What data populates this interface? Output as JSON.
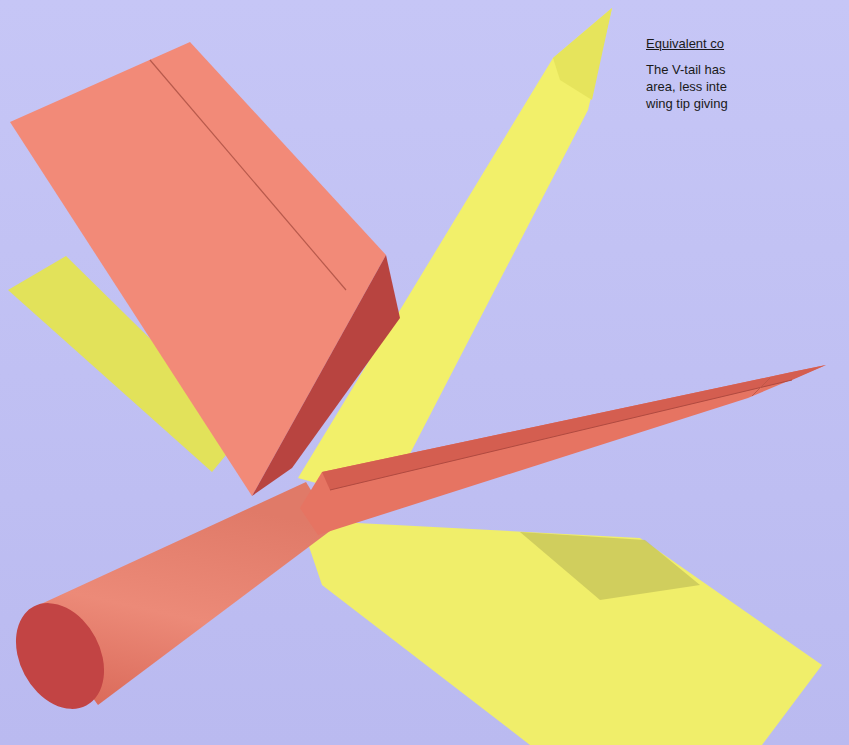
{
  "diagram": {
    "labels": [
      "Equivalent co",
      "The V-tail has",
      "area, less inte",
      "wing tip giving"
    ]
  }
}
